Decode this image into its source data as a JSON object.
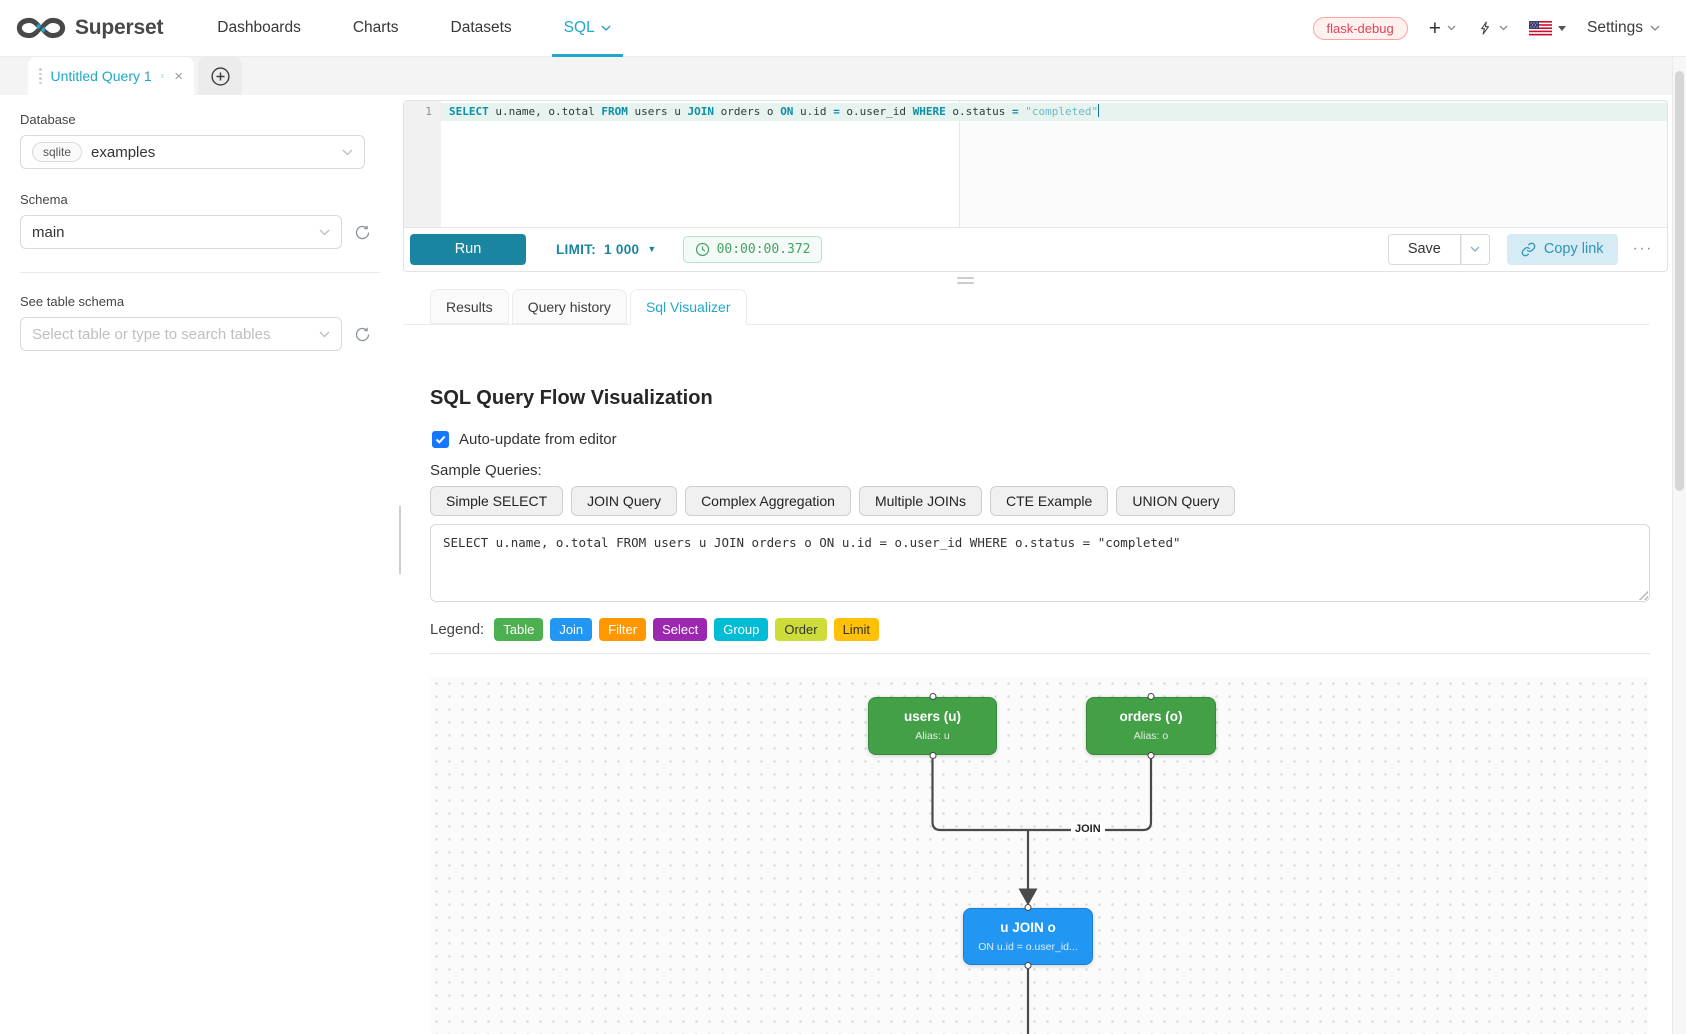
{
  "colors": {
    "accent_teal": "#20a7c9",
    "run_button": "#1a85a0",
    "timer_green": "#45a268",
    "env_badge_red": "#e04355",
    "table_node_green": "#43a047",
    "join_node_blue": "#2196f3",
    "checkbox_blue": "#1677ff"
  },
  "navbar": {
    "brand": "Superset",
    "items": [
      {
        "label": "Dashboards",
        "active": false
      },
      {
        "label": "Charts",
        "active": false
      },
      {
        "label": "Datasets",
        "active": false
      },
      {
        "label": "SQL",
        "active": true
      }
    ],
    "env_badge": "flask-debug",
    "plus_glyph": "+",
    "settings_label": "Settings"
  },
  "tabstrip": {
    "query_tab_title": "Untitled Query 1"
  },
  "sidebar": {
    "database_label": "Database",
    "database_engine": "sqlite",
    "database_name": "examples",
    "schema_label": "Schema",
    "schema_value": "main",
    "table_schema_label": "See table schema",
    "table_placeholder": "Select table or type to search tables"
  },
  "editor": {
    "line_number": "1",
    "sql_tokens": [
      {
        "text": "SELECT",
        "type": "kw"
      },
      {
        "text": " u.name, o.total ",
        "type": "id"
      },
      {
        "text": "FROM",
        "type": "kw"
      },
      {
        "text": " users u ",
        "type": "id"
      },
      {
        "text": "JOIN",
        "type": "kw"
      },
      {
        "text": " orders o ",
        "type": "id"
      },
      {
        "text": "ON",
        "type": "kw"
      },
      {
        "text": " u.id ",
        "type": "id"
      },
      {
        "text": "=",
        "type": "op"
      },
      {
        "text": " o.user_id ",
        "type": "id"
      },
      {
        "text": "WHERE",
        "type": "kw"
      },
      {
        "text": " o.status ",
        "type": "id"
      },
      {
        "text": "=",
        "type": "op"
      },
      {
        "text": " ",
        "type": "id"
      },
      {
        "text": "\"completed\"",
        "type": "str"
      }
    ]
  },
  "toolbar": {
    "run_label": "Run",
    "limit_label": "LIMIT:",
    "limit_value": "1 000",
    "timer": "00:00:00.372",
    "save_label": "Save",
    "copy_link_label": "Copy link",
    "more_label": "···"
  },
  "result_tabs": [
    {
      "label": "Results",
      "active": false
    },
    {
      "label": "Query history",
      "active": false
    },
    {
      "label": "Sql Visualizer",
      "active": true
    }
  ],
  "visualizer": {
    "title": "SQL Query Flow Visualization",
    "auto_update_label": "Auto-update from editor",
    "auto_update_checked": true,
    "sample_queries_label": "Sample Queries:",
    "sample_buttons": [
      "Simple SELECT",
      "JOIN Query",
      "Complex Aggregation",
      "Multiple JOINs",
      "CTE Example",
      "UNION Query"
    ],
    "query_text": "SELECT u.name, o.total FROM users u JOIN orders o ON u.id = o.user_id WHERE o.status = \"completed\"",
    "legend_label": "Legend:",
    "legend": [
      {
        "label": "Table",
        "color": "#4caf50",
        "text": "#ffffff"
      },
      {
        "label": "Join",
        "color": "#2196f3",
        "text": "#ffffff"
      },
      {
        "label": "Filter",
        "color": "#ff9800",
        "text": "#ffffff"
      },
      {
        "label": "Select",
        "color": "#9c27b0",
        "text": "#ffffff"
      },
      {
        "label": "Group",
        "color": "#00bcd4",
        "text": "#ffffff"
      },
      {
        "label": "Order",
        "color": "#cddc39",
        "text": "#333333"
      },
      {
        "label": "Limit",
        "color": "#ffc107",
        "text": "#333333"
      }
    ],
    "diagram": {
      "nodes": [
        {
          "title": "users (u)",
          "subtitle": "Alias: u",
          "type": "table"
        },
        {
          "title": "orders (o)",
          "subtitle": "Alias: o",
          "type": "table"
        },
        {
          "title": "u JOIN o",
          "subtitle": "ON u.id = o.user_id...",
          "type": "join"
        }
      ],
      "edge_label": "JOIN"
    }
  }
}
